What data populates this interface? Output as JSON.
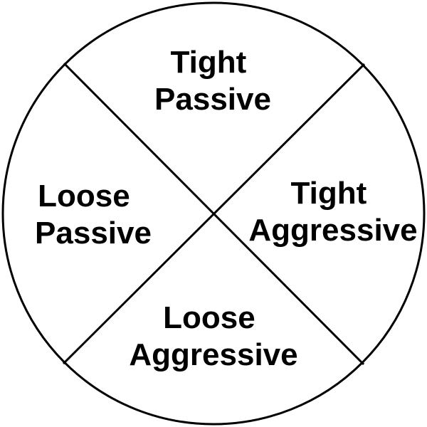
{
  "diagram": {
    "quadrants": [
      {
        "id": "top",
        "lines": [
          "Tight",
          "Passive"
        ]
      },
      {
        "id": "right",
        "lines": [
          "Tight",
          "Aggressive"
        ]
      },
      {
        "id": "bottom",
        "lines": [
          "Loose",
          "Aggressive"
        ]
      },
      {
        "id": "left",
        "lines": [
          "Loose",
          "Passive"
        ]
      }
    ],
    "colors": {
      "stroke": "#000000",
      "fill": "#ffffff",
      "text": "#000000"
    }
  }
}
